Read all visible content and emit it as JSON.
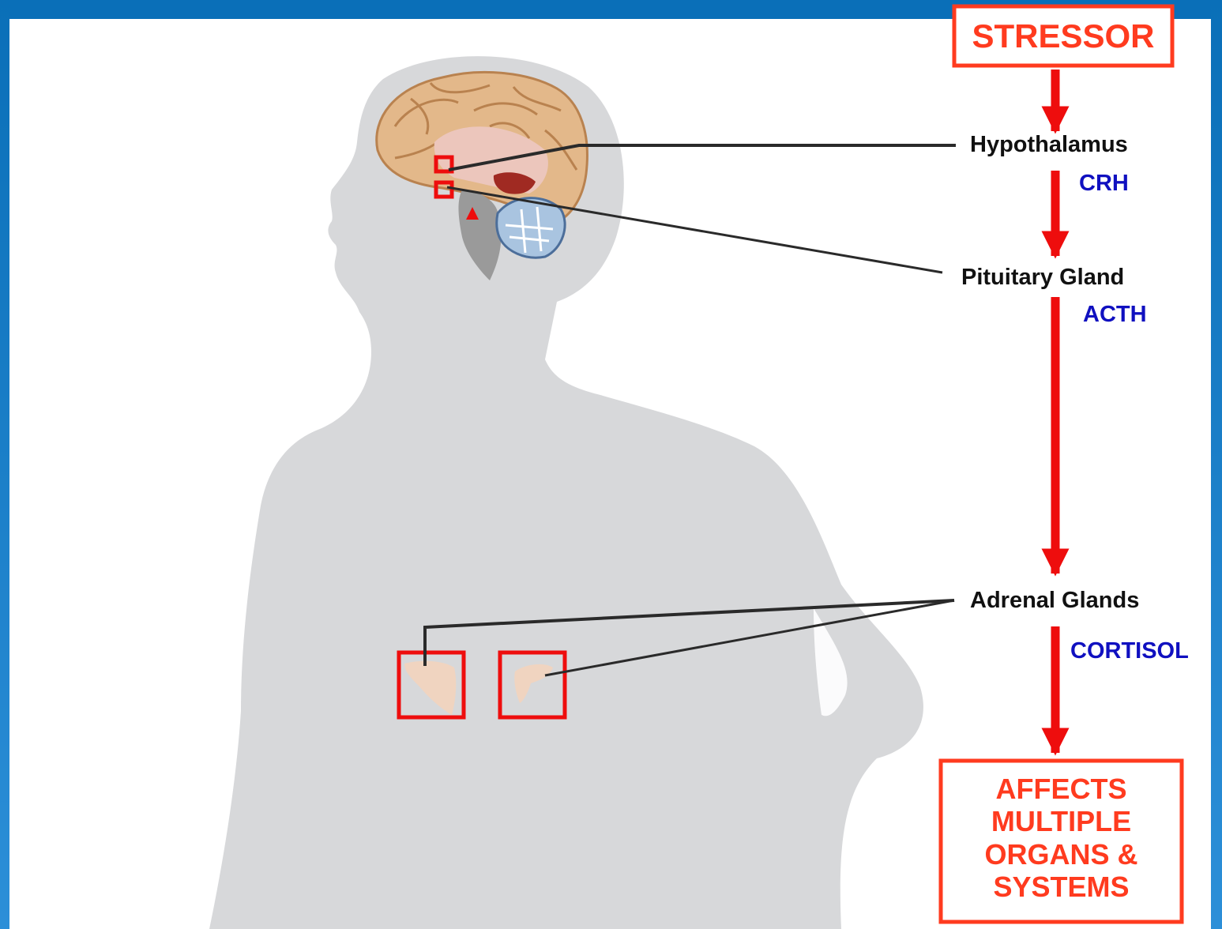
{
  "colors": {
    "frame_blue": "#0a6fb8",
    "silhouette": "#d7d8da",
    "arrow_red": "#ee0d0d",
    "box_orange": "#ff3b1f",
    "hormone_blue": "#1010c0",
    "leader_line": "#2a2a2a",
    "brain": "#e3b88a",
    "gland": "#f0d4c0"
  },
  "flow": {
    "stressor": "STRESSOR",
    "hypothalamus": "Hypothalamus",
    "crh": "CRH",
    "pituitary": "Pituitary Gland",
    "acth": "ACTH",
    "adrenal": "Adrenal Glands",
    "cortisol": "CORTISOL",
    "outcome_lines": [
      "AFFECTS",
      "MULTIPLE",
      "ORGANS &",
      "SYSTEMS"
    ]
  },
  "icons": [
    "human-silhouette",
    "brain-icon",
    "adrenal-gland-icon"
  ]
}
